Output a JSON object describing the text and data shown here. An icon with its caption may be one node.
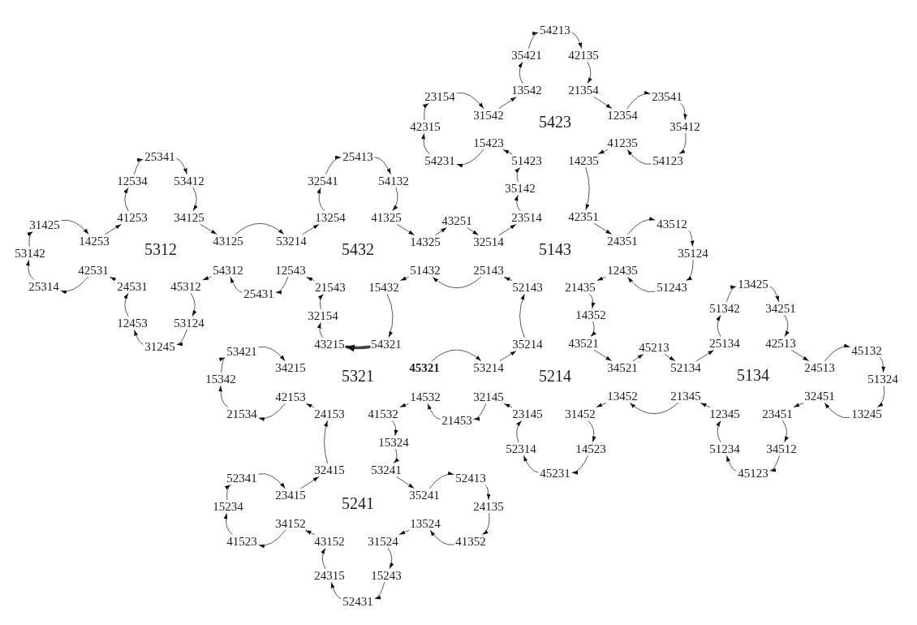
{
  "diagram": {
    "nodes": [
      {
        "text": [
          "45321"
        ]
      },
      {
        "text": [
          "53214"
        ]
      },
      {
        "text": [
          "35214"
        ]
      },
      {
        "text": [
          "52143"
        ]
      },
      {
        "text": [
          "25143"
        ]
      },
      {
        "text": [
          "51432"
        ]
      },
      {
        "text": [
          "15432"
        ]
      },
      {
        "text": [
          "54321"
        ]
      },
      {
        "text": [
          "43215"
        ]
      },
      {
        "text": [
          "32154"
        ]
      },
      {
        "text": [
          "21543"
        ]
      },
      {
        "text": [
          "12543"
        ]
      },
      {
        "text": [
          "25431"
        ]
      },
      {
        "text": [
          "54312"
        ]
      },
      {
        "text": [
          "45312"
        ]
      },
      {
        "text": [
          "53124"
        ]
      },
      {
        "text": [
          "31245"
        ]
      },
      {
        "text": [
          "12453"
        ]
      },
      {
        "text": [
          "24531"
        ]
      },
      {
        "text": [
          "42531"
        ]
      },
      {
        "text": [
          "25314"
        ]
      },
      {
        "text": [
          "53142"
        ]
      },
      {
        "text": [
          "31425"
        ]
      },
      {
        "text": [
          "14253"
        ]
      },
      {
        "text": [
          "41253"
        ]
      },
      {
        "text": [
          "12534"
        ]
      },
      {
        "text": [
          "25341"
        ]
      },
      {
        "text": [
          "53412"
        ]
      },
      {
        "text": [
          "34125"
        ]
      },
      {
        "text": [
          "43125"
        ]
      },
      {
        "text": [
          "53214"
        ]
      },
      {
        "text": [
          "13254"
        ]
      },
      {
        "text": [
          "32541"
        ]
      },
      {
        "text": [
          "25413"
        ]
      },
      {
        "text": [
          "54132"
        ]
      },
      {
        "text": [
          "41325"
        ]
      },
      {
        "text": [
          "14325"
        ]
      },
      {
        "text": [
          "43251"
        ]
      },
      {
        "text": [
          "32514"
        ]
      },
      {
        "text": [
          "23514"
        ]
      },
      {
        "text": [
          "35142"
        ]
      },
      {
        "text": [
          "51423"
        ]
      },
      {
        "text": [
          "15423"
        ]
      },
      {
        "text": [
          "54231"
        ]
      },
      {
        "text": [
          "42315"
        ]
      },
      {
        "text": [
          "23154"
        ]
      },
      {
        "text": [
          "31542"
        ]
      },
      {
        "text": [
          "13542"
        ]
      },
      {
        "text": [
          "35421"
        ]
      },
      {
        "text": [
          "54213"
        ]
      },
      {
        "text": [
          "42135"
        ]
      },
      {
        "text": [
          "21354"
        ]
      },
      {
        "text": [
          "12354"
        ]
      },
      {
        "text": [
          "23541"
        ]
      },
      {
        "text": [
          "35412"
        ]
      },
      {
        "text": [
          "54123"
        ]
      },
      {
        "text": [
          "41235"
        ]
      },
      {
        "text": [
          "14235"
        ]
      },
      {
        "text": [
          "42351"
        ]
      },
      {
        "text": [
          "24351"
        ]
      },
      {
        "text": [
          "43512"
        ]
      },
      {
        "text": [
          "35124"
        ]
      },
      {
        "text": [
          "51243"
        ]
      },
      {
        "text": [
          "12435"
        ]
      },
      {
        "text": [
          "21435"
        ]
      },
      {
        "text": [
          "14352"
        ]
      },
      {
        "text": [
          "43521"
        ]
      },
      {
        "text": [
          "34521"
        ]
      },
      {
        "text": [
          "45213"
        ]
      },
      {
        "text": [
          "52134"
        ]
      },
      {
        "text": [
          "25134"
        ]
      },
      {
        "text": [
          "51342"
        ]
      },
      {
        "text": [
          "13425"
        ]
      },
      {
        "text": [
          "34251"
        ]
      },
      {
        "text": [
          "42513"
        ]
      },
      {
        "text": [
          "24513"
        ]
      },
      {
        "text": [
          "45132"
        ]
      },
      {
        "text": [
          "51324"
        ]
      },
      {
        "text": [
          "13245"
        ]
      },
      {
        "text": [
          "32451"
        ]
      },
      {
        "text": [
          "23451"
        ]
      },
      {
        "text": [
          "34512"
        ]
      },
      {
        "text": [
          "45123"
        ]
      },
      {
        "text": [
          "51234"
        ]
      },
      {
        "text": [
          "12345"
        ]
      },
      {
        "text": [
          "21345"
        ]
      },
      {
        "text": [
          "13452"
        ]
      },
      {
        "text": [
          "31452"
        ]
      },
      {
        "text": [
          "14523"
        ]
      },
      {
        "text": [
          "45231"
        ]
      },
      {
        "text": [
          "52314"
        ]
      },
      {
        "text": [
          "23145"
        ]
      },
      {
        "text": [
          "32145"
        ]
      },
      {
        "text": [
          "21453"
        ]
      },
      {
        "text": [
          "14532"
        ]
      },
      {
        "text": [
          "41532"
        ]
      },
      {
        "text": [
          "15324"
        ]
      },
      {
        "text": [
          "53241"
        ]
      },
      {
        "text": [
          "35241"
        ]
      },
      {
        "text": [
          "52413"
        ]
      },
      {
        "text": [
          "24135"
        ]
      },
      {
        "text": [
          "41352"
        ]
      },
      {
        "text": [
          "13524"
        ]
      },
      {
        "text": [
          "31524"
        ]
      },
      {
        "text": [
          "15243"
        ]
      },
      {
        "text": [
          "52431"
        ]
      },
      {
        "text": [
          "24315"
        ]
      },
      {
        "text": [
          "43152"
        ]
      },
      {
        "text": [
          "34152"
        ]
      },
      {
        "text": [
          "41523"
        ]
      },
      {
        "text": [
          "15234"
        ]
      },
      {
        "text": [
          "52341"
        ]
      },
      {
        "text": [
          "23415"
        ]
      },
      {
        "text": [
          "32415"
        ]
      },
      {
        "text": [
          "24153"
        ]
      },
      {
        "text": [
          "42153"
        ]
      },
      {
        "text": [
          "21534"
        ]
      },
      {
        "text": [
          "15342"
        ]
      },
      {
        "text": [
          "53421"
        ]
      },
      {
        "text": [
          "34215"
        ]
      }
    ],
    "edges": [
      {
        "from": 0,
        "to": 1,
        "arrow": "to"
      },
      {
        "from": 1,
        "to": 2,
        "arrow": "to"
      },
      {
        "from": 2,
        "to": 3,
        "arrow": "to"
      },
      {
        "from": 3,
        "to": 4,
        "arrow": "to"
      },
      {
        "from": 4,
        "to": 5,
        "arrow": "to"
      },
      {
        "from": 5,
        "to": 6,
        "arrow": "to"
      },
      {
        "from": 6,
        "to": 7,
        "arrow": "to"
      },
      {
        "from": 7,
        "to": 8,
        "arrow": "to",
        "style": "thick"
      },
      {
        "from": 8,
        "to": 9,
        "arrow": "to"
      },
      {
        "from": 9,
        "to": 10,
        "arrow": "to"
      },
      {
        "from": 10,
        "to": 11,
        "arrow": "to"
      },
      {
        "from": 11,
        "to": 12,
        "arrow": "to"
      },
      {
        "from": 12,
        "to": 13,
        "arrow": "to"
      },
      {
        "from": 13,
        "to": 14,
        "arrow": "to"
      },
      {
        "from": 14,
        "to": 15,
        "arrow": "to"
      },
      {
        "from": 15,
        "to": 16,
        "arrow": "to"
      },
      {
        "from": 16,
        "to": 17,
        "arrow": "to"
      },
      {
        "from": 17,
        "to": 18,
        "arrow": "to"
      },
      {
        "from": 18,
        "to": 19,
        "arrow": "to"
      },
      {
        "from": 19,
        "to": 20,
        "arrow": "to"
      },
      {
        "from": 20,
        "to": 21,
        "arrow": "to"
      },
      {
        "from": 21,
        "to": 22,
        "arrow": "to"
      },
      {
        "from": 22,
        "to": 23,
        "arrow": "to"
      },
      {
        "from": 23,
        "to": 24,
        "arrow": "to"
      },
      {
        "from": 24,
        "to": 25,
        "arrow": "to"
      },
      {
        "from": 25,
        "to": 26,
        "arrow": "to"
      },
      {
        "from": 26,
        "to": 27,
        "arrow": "to"
      },
      {
        "from": 27,
        "to": 28,
        "arrow": "to"
      },
      {
        "from": 28,
        "to": 29,
        "arrow": "to"
      },
      {
        "from": 29,
        "to": 30,
        "arrow": "to"
      },
      {
        "from": 30,
        "to": 31,
        "arrow": "to"
      },
      {
        "from": 31,
        "to": 32,
        "arrow": "to"
      },
      {
        "from": 32,
        "to": 33,
        "arrow": "to"
      },
      {
        "from": 33,
        "to": 34,
        "arrow": "to"
      },
      {
        "from": 34,
        "to": 35,
        "arrow": "to"
      },
      {
        "from": 35,
        "to": 36,
        "arrow": "to"
      },
      {
        "from": 36,
        "to": 37,
        "arrow": "to"
      },
      {
        "from": 37,
        "to": 38,
        "arrow": "to"
      },
      {
        "from": 38,
        "to": 39,
        "arrow": "to"
      },
      {
        "from": 39,
        "to": 40,
        "arrow": "to"
      },
      {
        "from": 40,
        "to": 41,
        "arrow": "to"
      },
      {
        "from": 41,
        "to": 42,
        "arrow": "to"
      },
      {
        "from": 42,
        "to": 43,
        "arrow": "to"
      },
      {
        "from": 43,
        "to": 44,
        "arrow": "to"
      },
      {
        "from": 44,
        "to": 45,
        "arrow": "to"
      },
      {
        "from": 45,
        "to": 46,
        "arrow": "to"
      },
      {
        "from": 46,
        "to": 47,
        "arrow": "to"
      },
      {
        "from": 47,
        "to": 48,
        "arrow": "to"
      },
      {
        "from": 48,
        "to": 49,
        "arrow": "to"
      },
      {
        "from": 49,
        "to": 50,
        "arrow": "to"
      },
      {
        "from": 50,
        "to": 51,
        "arrow": "to"
      },
      {
        "from": 51,
        "to": 52,
        "arrow": "to"
      },
      {
        "from": 52,
        "to": 53,
        "arrow": "to"
      },
      {
        "from": 53,
        "to": 54,
        "arrow": "to"
      },
      {
        "from": 54,
        "to": 55,
        "arrow": "to"
      },
      {
        "from": 55,
        "to": 56,
        "arrow": "to"
      },
      {
        "from": 56,
        "to": 57,
        "arrow": "to"
      },
      {
        "from": 57,
        "to": 58,
        "arrow": "to"
      },
      {
        "from": 58,
        "to": 59,
        "arrow": "to"
      },
      {
        "from": 59,
        "to": 60,
        "arrow": "to"
      },
      {
        "from": 60,
        "to": 61,
        "arrow": "to"
      },
      {
        "from": 61,
        "to": 62,
        "arrow": "to"
      },
      {
        "from": 62,
        "to": 63,
        "arrow": "to"
      },
      {
        "from": 63,
        "to": 64,
        "arrow": "to"
      },
      {
        "from": 64,
        "to": 65,
        "arrow": "to"
      },
      {
        "from": 65,
        "to": 66,
        "arrow": "to"
      },
      {
        "from": 66,
        "to": 67,
        "arrow": "to"
      },
      {
        "from": 67,
        "to": 68,
        "arrow": "to"
      },
      {
        "from": 68,
        "to": 69,
        "arrow": "to"
      },
      {
        "from": 69,
        "to": 70,
        "arrow": "to"
      },
      {
        "from": 70,
        "to": 71,
        "arrow": "to"
      },
      {
        "from": 71,
        "to": 72,
        "arrow": "to"
      },
      {
        "from": 72,
        "to": 73,
        "arrow": "to"
      },
      {
        "from": 73,
        "to": 74,
        "arrow": "to"
      },
      {
        "from": 74,
        "to": 75,
        "arrow": "to"
      },
      {
        "from": 75,
        "to": 76,
        "arrow": "to"
      },
      {
        "from": 76,
        "to": 77,
        "arrow": "to"
      },
      {
        "from": 77,
        "to": 78,
        "arrow": "to"
      },
      {
        "from": 78,
        "to": 79,
        "arrow": "to"
      },
      {
        "from": 79,
        "to": 80,
        "arrow": "to"
      },
      {
        "from": 80,
        "to": 81,
        "arrow": "to"
      },
      {
        "from": 81,
        "to": 82,
        "arrow": "to"
      },
      {
        "from": 82,
        "to": 83,
        "arrow": "to"
      },
      {
        "from": 83,
        "to": 84,
        "arrow": "to"
      },
      {
        "from": 84,
        "to": 85,
        "arrow": "to"
      },
      {
        "from": 85,
        "to": 86,
        "arrow": "to"
      },
      {
        "from": 86,
        "to": 87,
        "arrow": "to"
      },
      {
        "from": 87,
        "to": 88,
        "arrow": "to"
      },
      {
        "from": 88,
        "to": 89,
        "arrow": "to"
      },
      {
        "from": 89,
        "to": 90,
        "arrow": "to"
      },
      {
        "from": 90,
        "to": 91,
        "arrow": "to"
      },
      {
        "from": 91,
        "to": 92,
        "arrow": "to"
      },
      {
        "from": 92,
        "to": 93,
        "arrow": "to"
      },
      {
        "from": 93,
        "to": 94,
        "arrow": "to"
      },
      {
        "from": 94,
        "to": 95,
        "arrow": "to"
      },
      {
        "from": 95,
        "to": 96,
        "arrow": "to"
      },
      {
        "from": 96,
        "to": 97,
        "arrow": "to"
      },
      {
        "from": 97,
        "to": 98,
        "arrow": "to"
      },
      {
        "from": 98,
        "to": 99,
        "arrow": "to"
      },
      {
        "from": 99,
        "to": 100,
        "arrow": "to"
      },
      {
        "from": 100,
        "to": 101,
        "arrow": "to"
      },
      {
        "from": 101,
        "to": 102,
        "arrow": "to"
      },
      {
        "from": 102,
        "to": 103,
        "arrow": "to"
      },
      {
        "from": 103,
        "to": 104,
        "arrow": "to"
      },
      {
        "from": 104,
        "to": 105,
        "arrow": "to"
      },
      {
        "from": 105,
        "to": 106,
        "arrow": "to"
      },
      {
        "from": 106,
        "to": 107,
        "arrow": "to"
      },
      {
        "from": 107,
        "to": 108,
        "arrow": "to"
      },
      {
        "from": 108,
        "to": 109,
        "arrow": "to"
      },
      {
        "from": 109,
        "to": 110,
        "arrow": "to"
      },
      {
        "from": 110,
        "to": 111,
        "arrow": "to"
      },
      {
        "from": 111,
        "to": 112,
        "arrow": "to"
      },
      {
        "from": 112,
        "to": 113,
        "arrow": "to"
      },
      {
        "from": 113,
        "to": 114,
        "arrow": "to"
      },
      {
        "from": 114,
        "to": 115,
        "arrow": "to"
      },
      {
        "from": 115,
        "to": 116,
        "arrow": "to"
      },
      {
        "from": 116,
        "to": 117,
        "arrow": "to"
      },
      {
        "from": 117,
        "to": 118,
        "arrow": "to"
      },
      {
        "from": 118,
        "to": 119,
        "arrow": "to"
      }
    ],
    "labels": [
      "5423",
      "5312",
      "5432",
      "5143",
      "5321",
      "5214",
      "5134",
      "5241"
    ]
  }
}
